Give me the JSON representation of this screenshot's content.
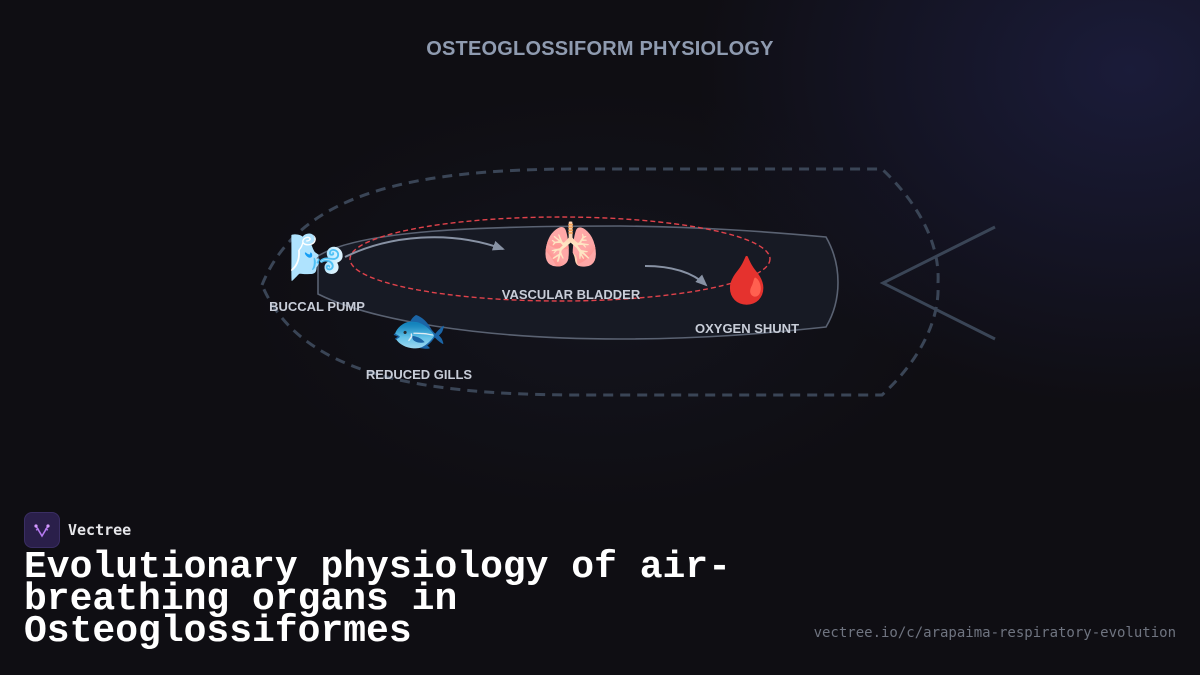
{
  "diagram": {
    "title": "OSTEOGLOSSIFORM PHYSIOLOGY",
    "nodes": [
      {
        "id": "buccal",
        "label": "BUCCAL PUMP",
        "icon": "wind-blowing-face-icon",
        "glyph": "🌬️"
      },
      {
        "id": "bladder",
        "label": "VASCULAR BLADDER",
        "icon": "lungs-icon",
        "glyph": "🫁"
      },
      {
        "id": "gills",
        "label": "REDUCED GILLS",
        "icon": "fish-icon",
        "glyph": "🐟"
      },
      {
        "id": "shunt",
        "label": "OXYGEN SHUNT",
        "icon": "blood-drop-icon",
        "glyph": "🩸"
      }
    ],
    "colors": {
      "outline": "#3a4556",
      "body": "#171a24",
      "highlight": "#e0424b",
      "arrow": "#8892a4"
    }
  },
  "brand": {
    "name": "Vectree",
    "logo_icon": "vectree-logo-icon"
  },
  "headline": "Evolutionary physiology of air-breathing organs in Osteoglossiformes",
  "url": "vectree.io/c/arapaima-respiratory-evolution"
}
